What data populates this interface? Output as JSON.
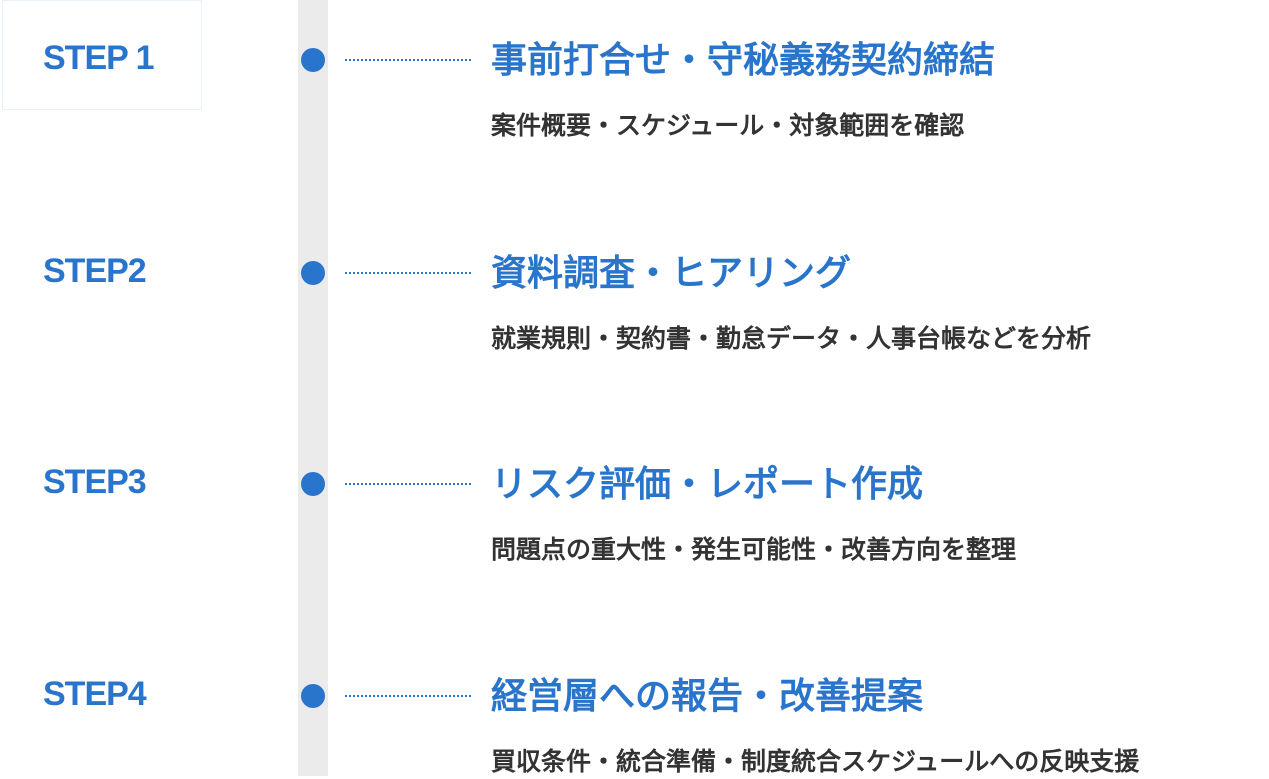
{
  "colors": {
    "accent": "#2a75cc",
    "text": "#333333",
    "rail": "#ebebeb"
  },
  "steps": [
    {
      "label": "STEP 1",
      "title": "事前打合せ・守秘義務契約締結",
      "description": "案件概要・スケジュール・対象範囲を確認"
    },
    {
      "label": "STEP2",
      "title": "資料調査・ヒアリング",
      "description": "就業規則・契約書・勤怠データ・人事台帳などを分析"
    },
    {
      "label": "STEP3",
      "title": "リスク評価・レポート作成",
      "description": "問題点の重大性・発生可能性・改善方向を整理"
    },
    {
      "label": "STEP4",
      "title": "経営層への報告・改善提案",
      "description": "買収条件・統合準備・制度統合スケジュールへの反映支援"
    }
  ]
}
